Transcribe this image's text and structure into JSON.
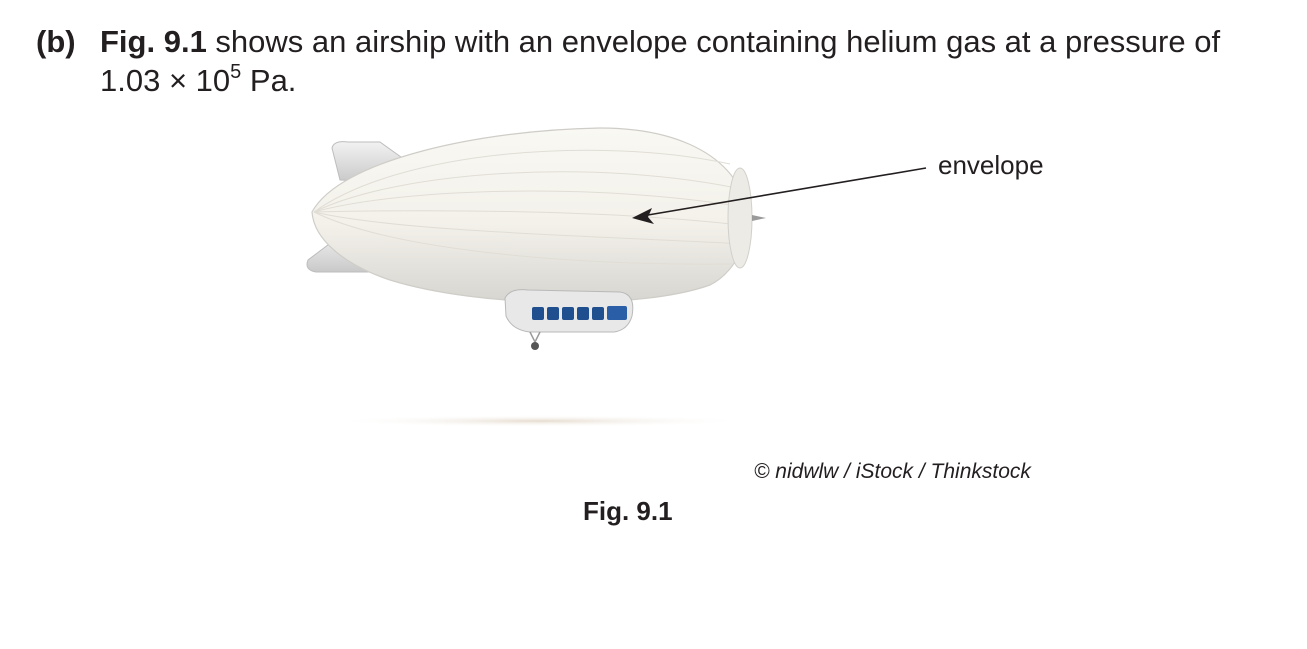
{
  "question": {
    "label": "(b)",
    "fig_ref": "Fig. 9.1",
    "text_before_sup": " shows an airship with an envelope containing helium gas at a pressure of 1.03 × 10",
    "superscript": "5",
    "text_after_sup": " Pa."
  },
  "figure": {
    "label_envelope": "envelope",
    "credit": "© nidwlw / iStock / Thinkstock",
    "caption": "Fig. 9.1",
    "colors": {
      "envelope": "#f4f2ec",
      "envelope_shade": "#d9d7d2",
      "gondola_windows": "#1f4f8f",
      "shadow": "#e9e1d6"
    }
  }
}
